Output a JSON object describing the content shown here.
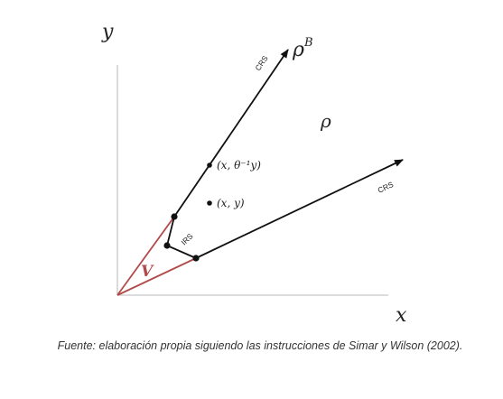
{
  "axes": {
    "x_label": "x",
    "y_label": "y"
  },
  "labels": {
    "rho_B_base": "ρ",
    "rho_B_sup": "B",
    "rho": "ρ",
    "V": "V",
    "crs_upper": "CRS",
    "crs_lower": "CRS",
    "irs": "IRS",
    "point_projection": "(x, θ⁻¹y)",
    "point_xy": "(x, y)"
  },
  "caption": "Fuente: elaboración propia siguiendo las instrucciones de Simar y Wilson (2002).",
  "colors": {
    "axis": "#c8c8c8",
    "frontier": "#111111",
    "v_region": "#b34a4a",
    "text": "#222222"
  }
}
